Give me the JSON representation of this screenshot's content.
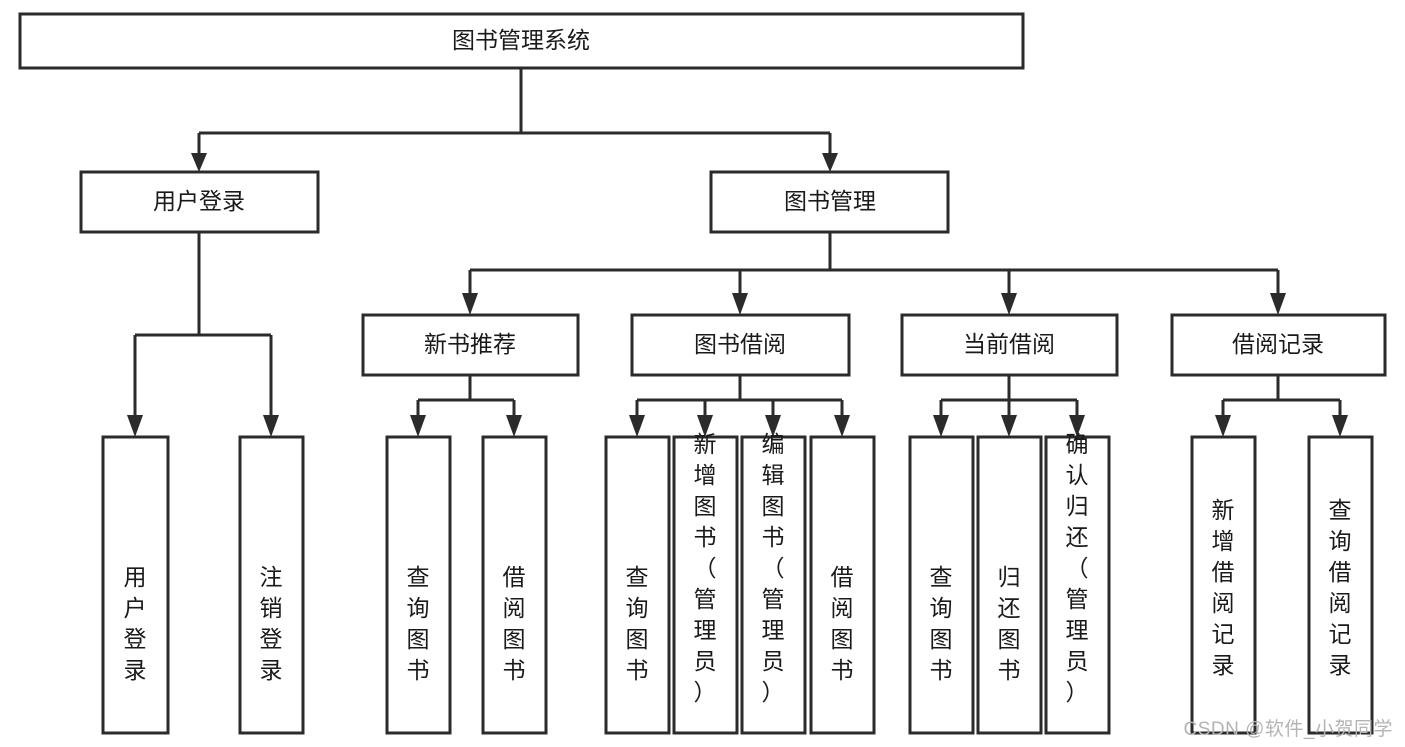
{
  "diagram": {
    "title": "图书管理系统",
    "type": "tree",
    "watermark": "CSDN @软件_小贺同学",
    "colors": {
      "box_stroke": "#2b2b2b",
      "box_fill": "#ffffff",
      "text": "#1a1a1a",
      "connector": "#2b2b2b",
      "watermark": "#b4b4b4",
      "background": "#ffffff"
    },
    "root": {
      "label": "图书管理系统"
    },
    "level2": [
      {
        "label": "用户登录"
      },
      {
        "label": "图书管理"
      }
    ],
    "level3": [
      {
        "label": "新书推荐"
      },
      {
        "label": "图书借阅"
      },
      {
        "label": "当前借阅"
      },
      {
        "label": "借阅记录"
      }
    ],
    "leaves": {
      "user_login": [
        {
          "label": "用户登录"
        },
        {
          "label": "注销登录"
        }
      ],
      "new_book_recommend": [
        {
          "label": "查询图书"
        },
        {
          "label": "借阅图书"
        }
      ],
      "book_borrow": [
        {
          "label": "查询图书"
        },
        {
          "label": "新增图书（管理员）"
        },
        {
          "label": "编辑图书（管理员）"
        },
        {
          "label": "借阅图书"
        }
      ],
      "current_borrow": [
        {
          "label": "查询图书"
        },
        {
          "label": "归还图书"
        },
        {
          "label": "确认归还（管理员）"
        }
      ],
      "borrow_record": [
        {
          "label": "新增借阅记录"
        },
        {
          "label": "查询借阅记录"
        }
      ]
    }
  }
}
